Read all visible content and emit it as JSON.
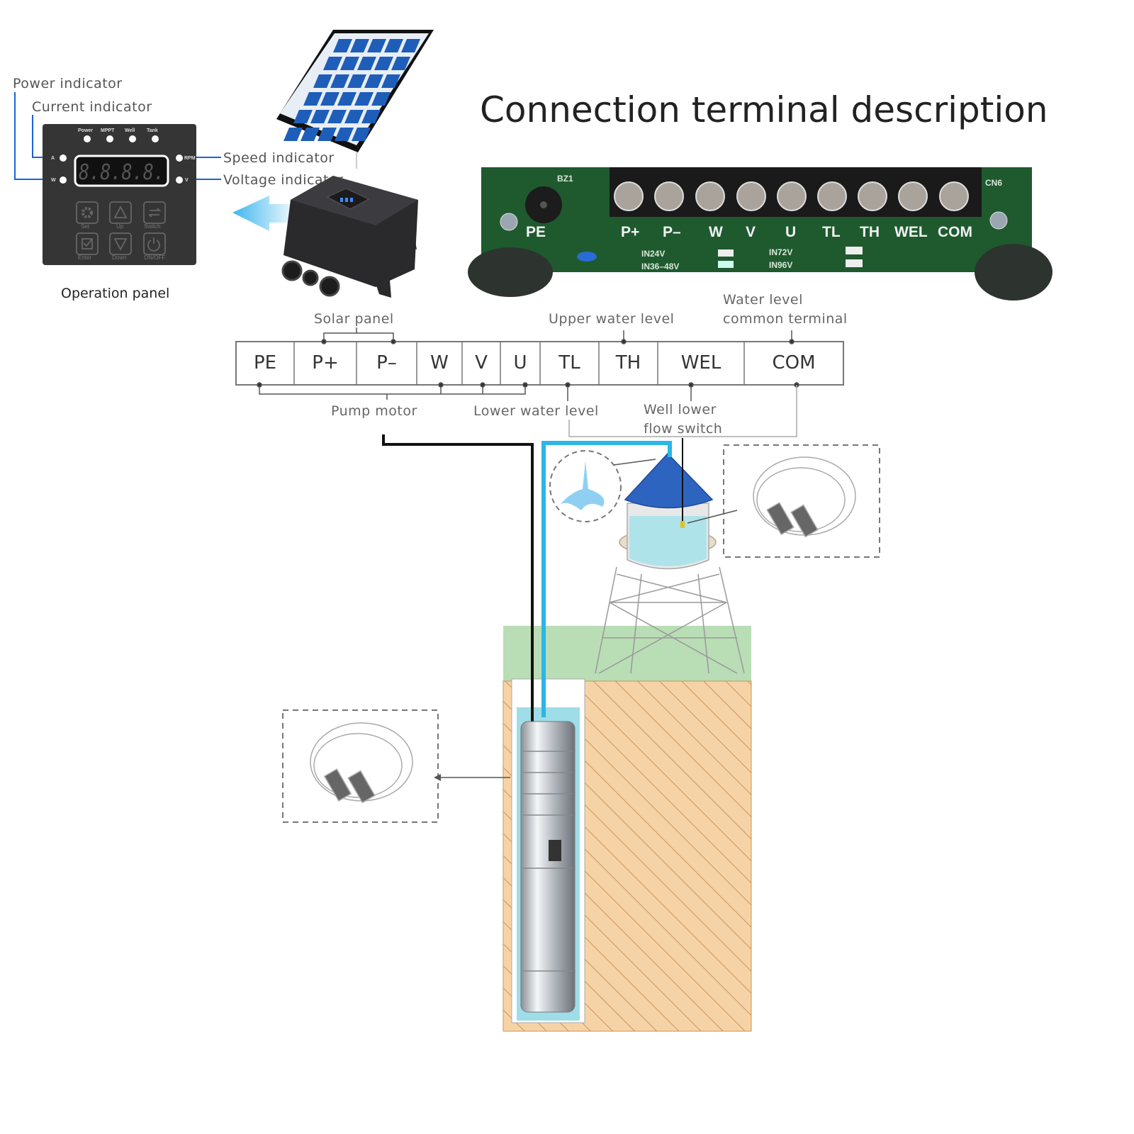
{
  "title": "Connection terminal description",
  "operation_panel": {
    "caption": "Operation panel",
    "callouts": {
      "power": "Power indicator",
      "current": "Current indicator",
      "speed": "Speed indicator",
      "voltage": "Voltage indicator"
    },
    "top_leds": [
      "Power",
      "MPPT",
      "Well",
      "Tank"
    ],
    "left_leds": [
      "A",
      "W"
    ],
    "right_leds": [
      "RPM",
      "V"
    ],
    "display": "8.8.8.8.",
    "buttons": [
      {
        "label": "Set",
        "icon": "gear-icon"
      },
      {
        "label": "Up",
        "icon": "triangle-up-icon"
      },
      {
        "label": "Switch",
        "icon": "switch-arrows-icon"
      },
      {
        "label": "Enter",
        "icon": "checkbox-icon"
      },
      {
        "label": "Down",
        "icon": "triangle-down-icon"
      },
      {
        "label": "ON/OFF",
        "icon": "power-icon"
      }
    ]
  },
  "pcb": {
    "terminals": [
      "PE",
      "P+",
      "P–",
      "W",
      "V",
      "U",
      "TL",
      "TH",
      "WEL",
      "COM"
    ],
    "marks": {
      "bz": "BZ1",
      "cn": "CN6"
    },
    "voltage_options": [
      "IN24V",
      "IN36–48V",
      "IN72V",
      "IN96V"
    ]
  },
  "terminal_diagram": {
    "terminals": [
      "PE",
      "P+",
      "P–",
      "W",
      "V",
      "U",
      "TL",
      "TH",
      "WEL",
      "COM"
    ],
    "labels": {
      "solar_panel": "Solar panel",
      "upper_water_level": "Upper water level",
      "water_level_common_1": "Water level",
      "water_level_common_2": "common terminal",
      "pump_motor": "Pump motor",
      "lower_water_level": "Lower water level",
      "well_lower_1": "Well lower",
      "well_lower_2": "flow switch"
    }
  },
  "colors": {
    "water_pipe": "#2bb6e6",
    "ground": "#b9ddb5",
    "soil": "#f6d3a6",
    "soil_hatch": "#c9955e",
    "pcb": "#1e5a2e",
    "panel": "#353535",
    "callout_line": "#1a63d6",
    "tank_roof": "#2d64c0"
  }
}
